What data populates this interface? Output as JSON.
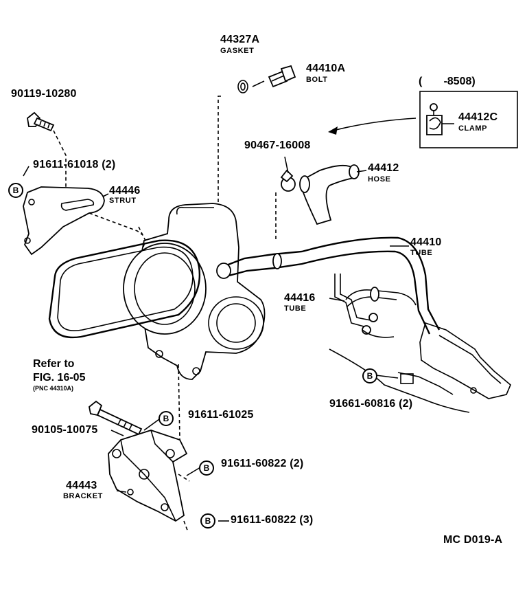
{
  "parts": {
    "gasket": {
      "number": "44327A",
      "name": "GASKET"
    },
    "bolt_44410a": {
      "number": "44410A",
      "name": "BOLT"
    },
    "range_note": "(       -8508)",
    "clamp": {
      "number": "44412C",
      "name": "CLAMP"
    },
    "bolt_90119": {
      "number": "90119-10280"
    },
    "clip_90467": {
      "number": "90467-16008"
    },
    "hose": {
      "number": "44412",
      "name": "HOSE"
    },
    "nut_91611_61018": {
      "number": "91611-61018 (2)"
    },
    "strut": {
      "number": "44446",
      "name": "STRUT"
    },
    "tube_44410": {
      "number": "44410",
      "name": "TUBE"
    },
    "tube_44416": {
      "number": "44416",
      "name": "TUBE"
    },
    "bolt_91661": {
      "number": "91661-60816 (2)"
    },
    "bolt_91611_61025": {
      "number": "91611-61025"
    },
    "bolt_90105": {
      "number": "90105-10075"
    },
    "bolt_91611_60822_2": {
      "number": "91611-60822 (2)"
    },
    "bracket": {
      "number": "44443",
      "name": "BRACKET"
    },
    "bolt_91611_60822_3": {
      "number": "91611-60822 (3)"
    }
  },
  "reference": {
    "line1": "Refer to",
    "line2": "FIG. 16-05",
    "line3": "(PNC 44310A)"
  },
  "b_marker": "B",
  "diagram_code": "MC D019-A"
}
